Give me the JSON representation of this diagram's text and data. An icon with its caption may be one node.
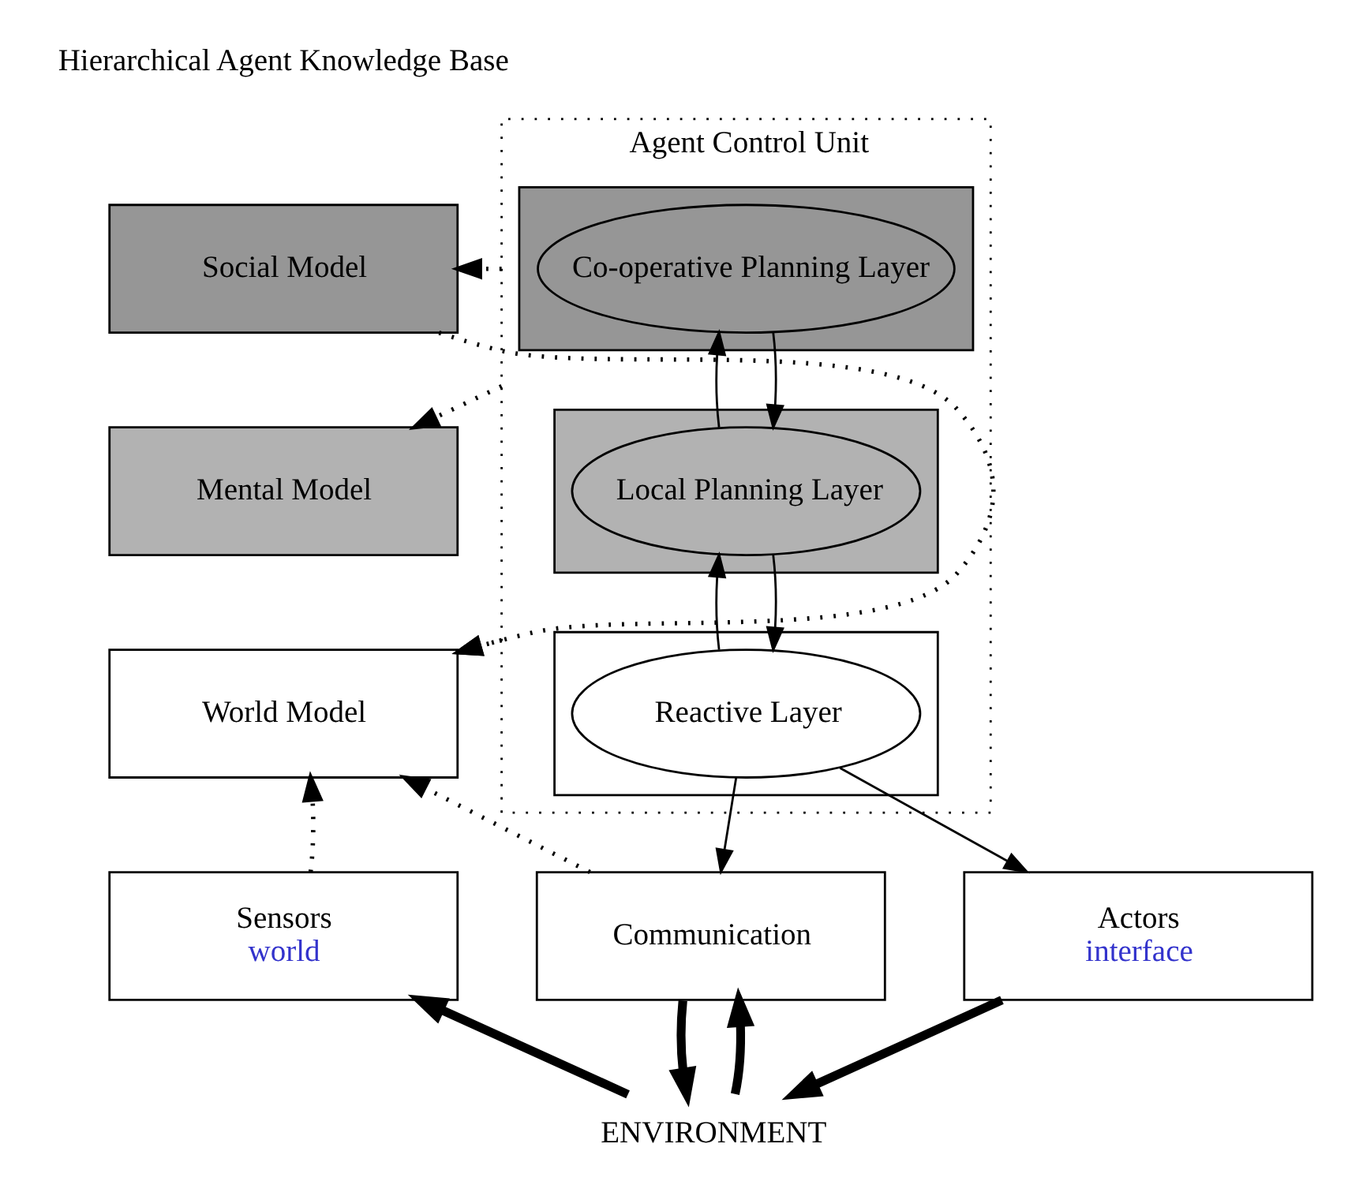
{
  "diagram": {
    "nodes": [
      {
        "text": [
          "Social Model"
        ]
      },
      {
        "text": [
          "Mental Model"
        ]
      },
      {
        "text": [
          "World Model"
        ]
      },
      {
        "text": [
          "Agent Control Unit"
        ]
      },
      {
        "text": [],
        "shape": "box",
        "in": 3
      },
      {
        "text": [
          "Co-operative Planning Layer"
        ],
        "in": 4
      },
      {
        "text": [],
        "shape": "box",
        "in": 3
      },
      {
        "text": [
          "Local Planning Layer"
        ],
        "in": 6
      },
      {
        "text": [],
        "shape": "box",
        "in": 3
      },
      {
        "text": [
          "Reactive Layer"
        ],
        "in": 8
      },
      {
        "text": [
          "Sensors",
          "world"
        ]
      },
      {
        "text": [
          "Communication"
        ]
      },
      {
        "text": [
          "Actors",
          "interface"
        ]
      },
      {
        "text": [
          "ENVIRONMENT"
        ]
      }
    ],
    "edges": [
      {
        "from": 3,
        "to": 0,
        "arrow": "to",
        "style": "dashed"
      },
      {
        "from": 3,
        "to": 1,
        "arrow": "to",
        "style": "dashed"
      },
      {
        "from": 3,
        "to": 2,
        "arrow": "to",
        "style": "dashed"
      },
      {
        "from": 0,
        "to": 2,
        "arrow": "to",
        "style": "dashed"
      },
      {
        "from": 5,
        "to": 7,
        "arrow": "to"
      },
      {
        "from": 7,
        "to": 5,
        "arrow": "to"
      },
      {
        "from": 7,
        "to": 9,
        "arrow": "to"
      },
      {
        "from": 9,
        "to": 7,
        "arrow": "to"
      },
      {
        "from": 9,
        "to": 11,
        "arrow": "to"
      },
      {
        "from": 9,
        "to": 12,
        "arrow": "to"
      },
      {
        "from": 10,
        "to": 2,
        "arrow": "to",
        "style": "dashed"
      },
      {
        "from": 11,
        "to": 2,
        "arrow": "to",
        "style": "dashed"
      },
      {
        "from": 13,
        "to": 10,
        "arrow": "to",
        "style": "thick"
      },
      {
        "from": 13,
        "to": 11,
        "arrow": "to",
        "style": "thick"
      },
      {
        "from": 11,
        "to": 13,
        "arrow": "to",
        "style": "thick"
      },
      {
        "from": 12,
        "to": 13,
        "arrow": "to",
        "style": "thick"
      }
    ],
    "labels": [
      "Hierarchical Agent Knowledge Base"
    ]
  }
}
